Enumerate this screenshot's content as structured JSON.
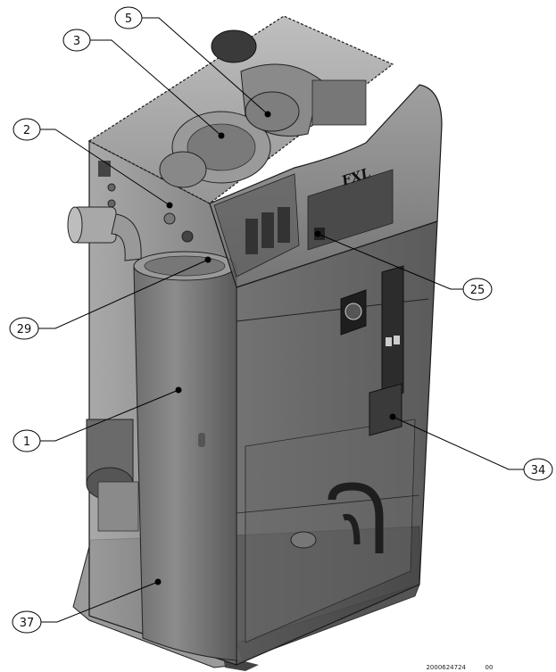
{
  "callouts": [
    {
      "label": "5"
    },
    {
      "label": "3"
    },
    {
      "label": "2"
    },
    {
      "label": "25"
    },
    {
      "label": "29"
    },
    {
      "label": "1"
    },
    {
      "label": "34"
    },
    {
      "label": "37"
    }
  ],
  "brand_logo": "FXL",
  "document_number": "2000624724",
  "revision": "00",
  "colors": {
    "cabinet_glass": "#5d5d5d",
    "dark_metal": "#2e2e2e",
    "mid_metal": "#7a7a7a",
    "light_metal": "#b9b9b9",
    "outline": "#1a1a1a",
    "callout_line": "#000000"
  }
}
